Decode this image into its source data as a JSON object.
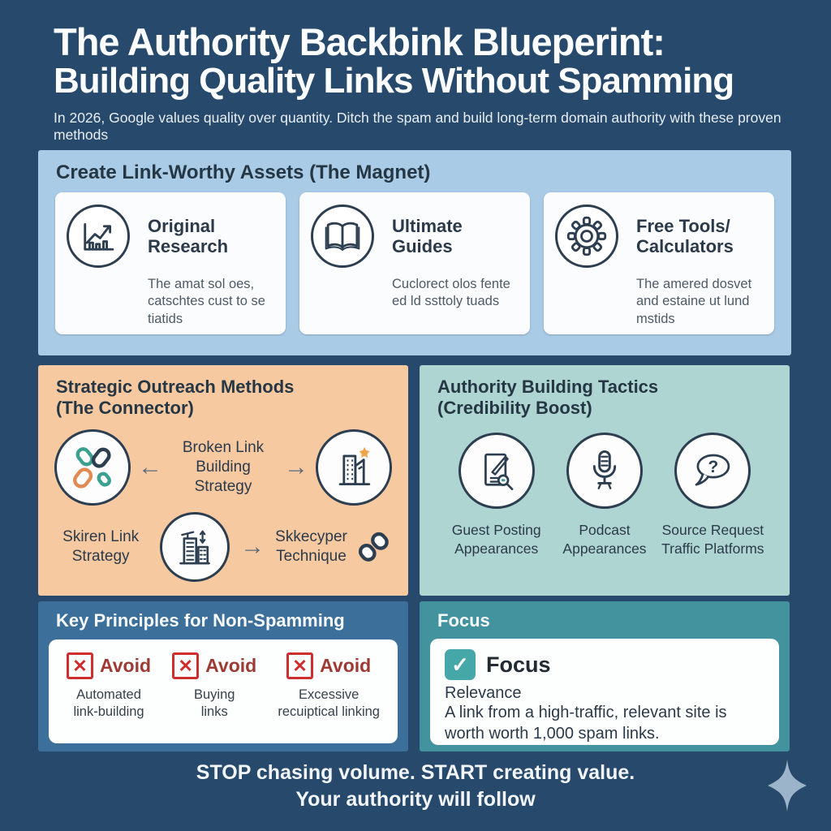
{
  "header": {
    "title_line1": "The Authority Backbink Blueperint:",
    "title_line2": "Building Quality Links Without Spamming",
    "subtitle": "In 2026, Google values quality over quantity. Ditch the spam and build long-term domain authority with these proven methods"
  },
  "sections": {
    "assets": {
      "title": "Create Link-Worthy Assets (The Magnet)",
      "cards": [
        {
          "icon": "chart-growth-icon",
          "title": "Original\nResearch",
          "body": "The amat sol oes, catschtes cust to se tiatids"
        },
        {
          "icon": "open-book-icon",
          "title": "Ultimate\nGuides",
          "body": "Cuclorect olos fente ed ld ssttoly tuads"
        },
        {
          "icon": "gear-icon",
          "title": "Free Tools/\nCalculators",
          "body": "The amered dosvet and estaine ut lund mstids"
        }
      ]
    },
    "outreach": {
      "title_line1": "Strategic Outreach Methods",
      "title_line2": "(The Connector)",
      "row1_label": "Broken Link\nBuilding\nStrategy",
      "row2_left_label": "Skiren Link\nStrategy",
      "row2_right_label": "Skkecyper\nTechnique"
    },
    "authority": {
      "title_line1": "Authority Building Tactics",
      "title_line2": "(Credibility Boost)",
      "items": [
        {
          "icon": "guest-post-icon",
          "label": "Guest Posting\nAppearances"
        },
        {
          "icon": "microphone-icon",
          "label": "Podcast\nAppearances"
        },
        {
          "icon": "question-bubble-icon",
          "label": "Source Request\nTraffic Platforms"
        }
      ]
    },
    "principles": {
      "title": "Key Principles for Non-Spamming",
      "items": [
        {
          "label": "Avoid",
          "text": "Automated\nlink-building"
        },
        {
          "label": "Avoid",
          "text": "Buying\nlinks"
        },
        {
          "label": "Avoid",
          "text": "Excessive\nrecuiptical linking"
        }
      ]
    },
    "focus": {
      "title": "Focus",
      "card_title": "Focus",
      "subtitle": "Relevance",
      "body": "A link from a high-traffic, relevant site is worth worth 1,000 spam links."
    }
  },
  "footer": {
    "line1": "STOP chasing volume. START creating value.",
    "line2": "Your authority will follow"
  },
  "glyphs": {
    "left_arrow": "←",
    "right_arrow": "→",
    "cross": "✕",
    "check": "✓",
    "question": "?"
  },
  "colors": {
    "background": "#27496b",
    "section_assets": "#a9cbe6",
    "section_outreach": "#f6c9a1",
    "section_authority": "#aed5d1",
    "section_principles": "#3d6f9b",
    "section_focus": "#42939e",
    "avoid_red": "#cf2e2e",
    "check_teal": "#46a7a9",
    "icon_stroke": "#2c3e50",
    "link_teal": "#3aa08f",
    "link_orange": "#e08a54",
    "star_orange": "#f0a44c",
    "sparkle": "#9cb4c9"
  }
}
